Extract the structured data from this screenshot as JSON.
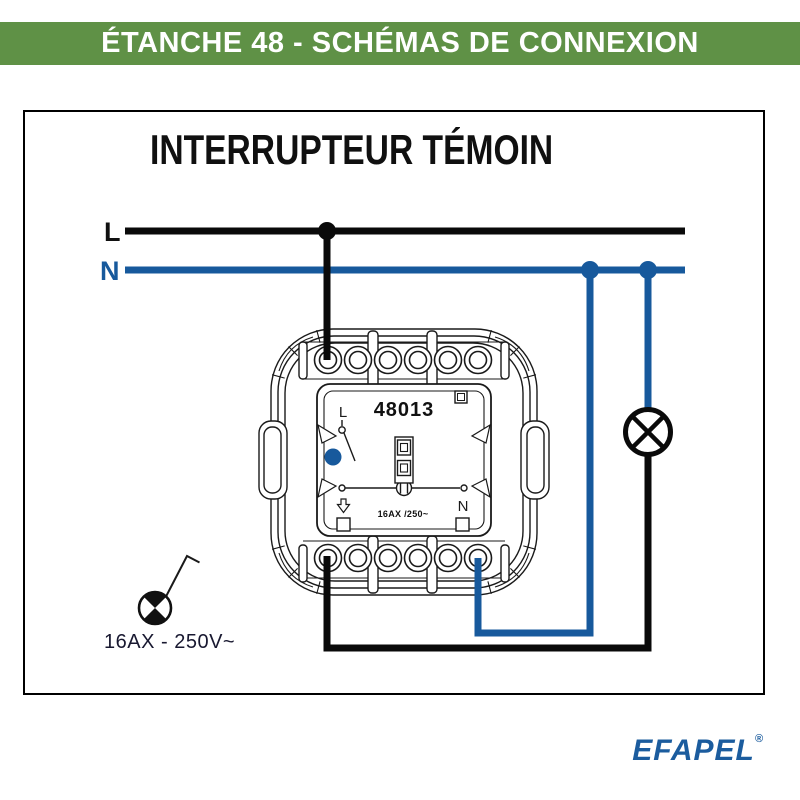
{
  "banner": {
    "title": "ÉTANCHE 48 - SCHÉMAS DE CONNEXION"
  },
  "diagram": {
    "title": "INTERRUPTEUR TÉMOIN",
    "line_labels": {
      "live": "L",
      "neutral": "N"
    },
    "device": {
      "model": "48013",
      "label_live": "L",
      "label_neutral": "N",
      "rating": "16AX /250~"
    },
    "load": {
      "rating": "16AX - 250V~"
    }
  },
  "footer": {
    "brand": "EFAPEL",
    "registered": "®"
  },
  "icons": {
    "lamp": "lamp-circle-x-icon",
    "load_lamp": "wall-lamp-load-icon",
    "junction": "junction-dot",
    "arrow": "down-arrow-icon",
    "indicator": "blue-indicator-dot"
  },
  "colors": {
    "banner_green": "#5F9146",
    "neutral_blue": "#17599C",
    "live_black": "#0a0a0a",
    "brand_blue": "#1B5C9E"
  }
}
